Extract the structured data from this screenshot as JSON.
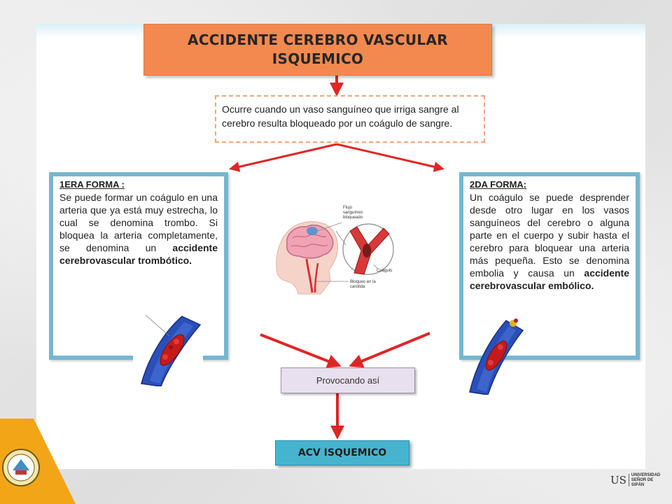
{
  "title": "ACCIDENTE CEREBRO VASCULAR ISQUEMICO",
  "definition": "Ocurre cuando un vaso sanguíneo que irriga sangre al cerebro resulta bloqueado por un coágulo de sangre.",
  "left_form": {
    "heading": "1ERA FORMA :",
    "body_plain": "Se puede formar un coágulo en una arteria que ya está muy estrecha, lo cual se denomina trombo. Si bloquea la arteria completamente, se denomina un ",
    "body_bold": "accidente cerebrovascular trombótico."
  },
  "right_form": {
    "heading": "2DA FORMA:",
    "body_plain": "Un coágulo se puede desprender desde otro lugar en los vasos sanguíneos del cerebro o alguna parte en el cuerpo y subir hasta el cerebro para bloquear una arteria más pequeña. Esto se denomina embolia y causa un ",
    "body_bold": "accidente cerebrovascular embólico."
  },
  "illustration_labels": {
    "flow_line1": "Flujo",
    "flow_line2": "sanguíneo",
    "flow_line3": "bloqueado",
    "clot": "Coágulo",
    "block_line1": "Bloqueo en la",
    "block_line2": "carótida"
  },
  "provoke_label": "Provocando así",
  "result_label": "ACV ISQUEMICO",
  "footer": {
    "logo_mark": "US",
    "logo_line1": "UNIVERSIDAD",
    "logo_line2": "SEÑOR DE SIPÁN"
  },
  "colors": {
    "title_fill": "#f4894f",
    "arrow_red": "#e02525",
    "box_border_blue": "#75b7d0",
    "result_fill": "#47b4cf",
    "provoke_fill": "#e8e0ee"
  }
}
